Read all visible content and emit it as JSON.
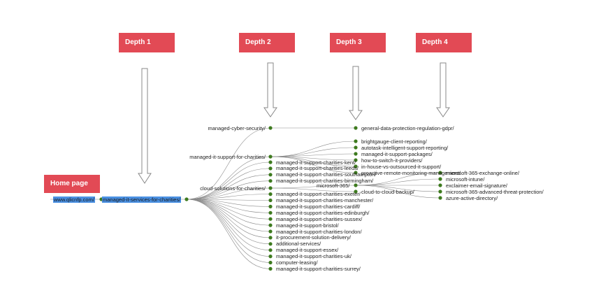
{
  "depth_labels": [
    "Depth 1",
    "Depth 2",
    "Depth 3",
    "Depth 4"
  ],
  "home_label": "Home page",
  "root": "www.qlicnfp.com/",
  "level1": "managed-it-services-for-charities/",
  "depth2_hubs": [
    "managed-cyber-security/",
    "managed-it-support-for-charities/",
    "cloud-solutions-for-charities/"
  ],
  "depth2_leaves": [
    "managed-it-support-charities-kent/",
    "managed-it-support-charities-leeds/",
    "managed-it-support-charities-southampton/",
    "managed-it-support-charities-birmingham/",
    "managed-it-support-charities-exeter/",
    "managed-it-support-charities-manchester/",
    "managed-it-support-charities-cardiff/",
    "managed-it-support-charities-edinburgh/",
    "managed-it-support-charities-sussex/",
    "managed-it-support-bristol/",
    "managed-it-support-charities-london/",
    "it-procurement-solution-delivery/",
    "additional-services/",
    "managed-it-support-essex/",
    "managed-it-support-charities-uk/",
    "computer-leasing/",
    "managed-it-support-charities-surrey/"
  ],
  "depth3_cyber": "general-data-protection-regulation-gdpr/",
  "depth3_support": [
    "brightgauge-client-reporting/",
    "autotask-intelligent-support-reporting/",
    "managed-it-support-packages/",
    "how-to-switch-it-providers/",
    "in-house-vs-outsourced-it-support/",
    "proactive-remote-monitoring-management/"
  ],
  "depth3_cloud": [
    "microsoft-365/",
    "cloud-to-cloud-backup/"
  ],
  "depth4": [
    "microsoft-365-exchange-online/",
    "microsoft-intune/",
    "exclaimer-email-signature/",
    "microsoft-365-advanced-threat-protection/",
    "azure-active-directory/"
  ],
  "colors": {
    "accent": "#e24a55",
    "node": "#3d7a1e",
    "edge": "#8a8a8a",
    "highlight": "#4a90e2"
  }
}
